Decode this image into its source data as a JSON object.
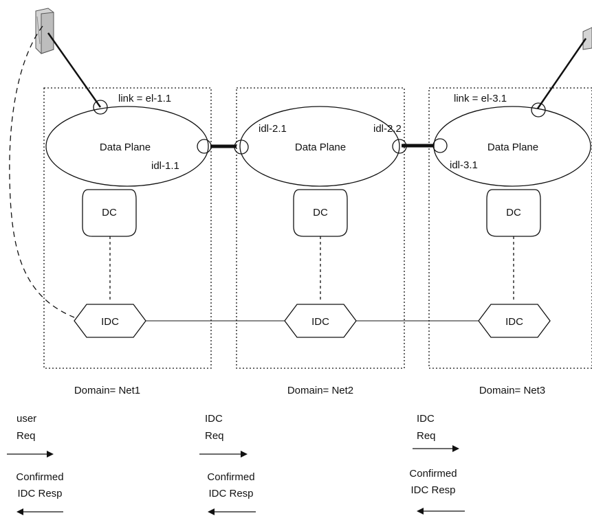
{
  "domains": [
    {
      "label": "Domain= Net1",
      "data_plane": "Data Plane",
      "dc": "DC",
      "idc": "IDC",
      "link_label": "link = el-1.1",
      "port_labels": [
        "idl-1.1"
      ]
    },
    {
      "label": "Domain= Net2",
      "data_plane": "Data Plane",
      "dc": "DC",
      "idc": "IDC",
      "link_label": "",
      "port_labels": [
        "idl-2.1",
        "idl-2.2"
      ]
    },
    {
      "label": "Domain= Net3",
      "data_plane": "Data Plane",
      "dc": "DC",
      "idc": "IDC",
      "link_label": "link = el-3.1",
      "port_labels": [
        "idl-3.1"
      ]
    }
  ],
  "flows": [
    {
      "request": [
        "user",
        "Req"
      ],
      "response": [
        "Confirmed",
        "IDC Resp"
      ]
    },
    {
      "request": [
        "IDC",
        "Req"
      ],
      "response": [
        "Confirmed",
        "IDC Resp"
      ]
    },
    {
      "request": [
        "IDC",
        "Req"
      ],
      "response": [
        "Confirmed",
        "IDC Resp"
      ]
    }
  ],
  "colors": {
    "stroke": "#111111",
    "fill": "#ffffff",
    "host": "#d4d4d4"
  },
  "icons": {
    "host": "server-icon"
  }
}
